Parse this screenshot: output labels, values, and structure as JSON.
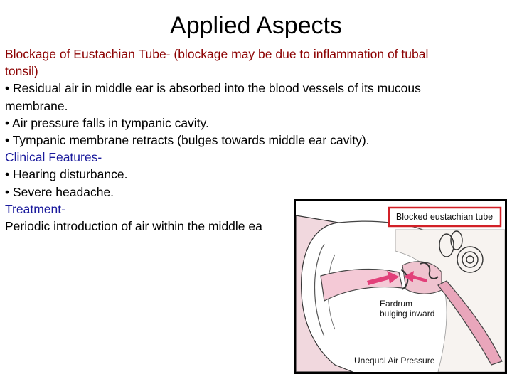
{
  "title": "Applied Aspects",
  "body": {
    "line1_a": "Blockage of Eustachian Tube- (blockage may be due to inflammation of tubal",
    "line1_b": "tonsil)",
    "line2_a": "• Residual air in middle ear is absorbed into the blood vessels of its mucous",
    "line2_b": "membrane.",
    "line3": "• Air pressure falls in tympanic cavity.",
    "line4": "• Tympanic membrane retracts (bulges towards middle ear cavity).",
    "clinical_heading": "Clinical Features-",
    "line5": "• Hearing disturbance.",
    "line6": "• Severe headache.",
    "treatment_heading": "Treatment-",
    "line7": "Periodic introduction of air within the middle ea"
  },
  "figure": {
    "label_top": "Blocked eustachian tube",
    "label_mid_1": "Eardrum",
    "label_mid_2": "bulging inward",
    "label_bottom": "Unequal Air Pressure"
  },
  "colors": {
    "heading_red": "#8b0000",
    "heading_blue": "#1a1a9c",
    "label_box": "#d22027",
    "arrow": "#e2407a"
  }
}
